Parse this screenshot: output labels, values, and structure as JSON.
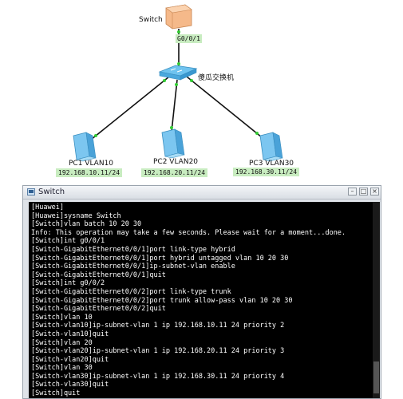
{
  "topology": {
    "top_switch": {
      "label": "Switch",
      "port": "G0/0/1"
    },
    "hub": {
      "label": "傻瓜交换机"
    },
    "pcs": [
      {
        "label": "PC1  VLAN10",
        "ip": "192.168.10.11/24"
      },
      {
        "label": "PC2  VLAN20",
        "ip": "192.168.20.11/24"
      },
      {
        "label": "PC3  VLAN30",
        "ip": "192.168.30.11/24"
      }
    ]
  },
  "window": {
    "title": "Switch",
    "buttons": {
      "minimize": "–",
      "maximize": "□",
      "close": "×"
    }
  },
  "terminal": {
    "lines": [
      "[Huawei]",
      "[Huawei]sysname Switch",
      "[Switch]vlan batch 10 20 30",
      "Info: This operation may take a few seconds. Please wait for a moment...done.",
      "[Switch]int g0/0/1",
      "[Switch-GigabitEthernet0/0/1]port link-type hybrid",
      "[Switch-GigabitEthernet0/0/1]port hybrid untagged vlan 10 20 30",
      "[Switch-GigabitEthernet0/0/1]ip-subnet-vlan enable",
      "[Switch-GigabitEthernet0/0/1]quit",
      "[Switch]int g0/0/2",
      "[Switch-GigabitEthernet0/0/2]port link-type trunk",
      "[Switch-GigabitEthernet0/0/2]port trunk allow-pass vlan 10 20 30",
      "[Switch-GigabitEthernet0/0/2]quit",
      "[Switch]vlan 10",
      "[Switch-vlan10]ip-subnet-vlan 1 ip 192.168.10.11 24 priority 2",
      "[Switch-vlan10]quit",
      "[Switch]vlan 20",
      "[Switch-vlan20]ip-subnet-vlan 1 ip 192.168.20.11 24 priority 3",
      "[Switch-vlan20]quit",
      "[Switch]vlan 30",
      "[Switch-vlan30]ip-subnet-vlan 1 ip 192.168.30.11 24 priority 4",
      "[Switch-vlan30]quit",
      "[Switch]quit"
    ]
  },
  "colors": {
    "label_bg": "#c8ecc0",
    "link_line": "#111111",
    "link_port_dot": "#33cc33",
    "terminal_bg": "#000000",
    "terminal_fg": "#ffffff"
  }
}
